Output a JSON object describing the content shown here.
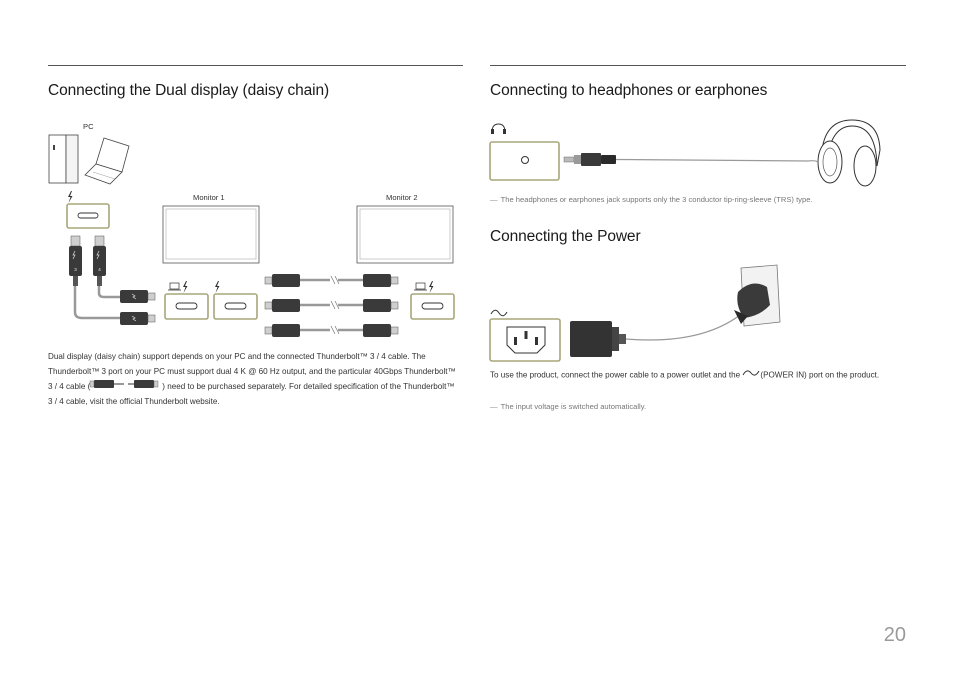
{
  "left": {
    "heading": "Connecting the Dual display (daisy chain)",
    "labels": {
      "pc": "PC",
      "monitor1": "Monitor 1",
      "monitor2": "Monitor 2"
    },
    "cable_numbers": {
      "left_cable": "3",
      "right_cable": "4"
    },
    "paragraph": {
      "part1": "Dual display (daisy chain) support depends on your PC and the connected Thunderbolt™ 3 / 4 cable. The Thunderbolt™ 3 port on your PC must support dual 4 K @ 60 Hz output, and the particular 40Gbps Thunderbolt™ 3 / 4 cable (",
      "part2": ") need to be purchased separately. For detailed specification of the Thunderbolt™ 3 / 4 cable, visit the official Thunderbolt website."
    }
  },
  "right": {
    "heading_headphones": "Connecting to headphones or earphones",
    "headphones_note": "The headphones or earphones jack supports only the 3 conductor tip-ring-sleeve (TRS) type.",
    "heading_power": "Connecting the Power",
    "power_text_part1": "To use the product, connect the power cable to a power outlet and the",
    "power_text_part2": "(POWER IN) port on the product.",
    "power_note": "The input voltage is switched automatically."
  },
  "note_dash": "―",
  "page_number": "20",
  "icons": [
    "headphones-icon",
    "thunderbolt-icon",
    "laptop-icon",
    "ac-power-icon",
    "pc-tower-icon",
    "headphones-illustration",
    "power-plug-icon"
  ]
}
